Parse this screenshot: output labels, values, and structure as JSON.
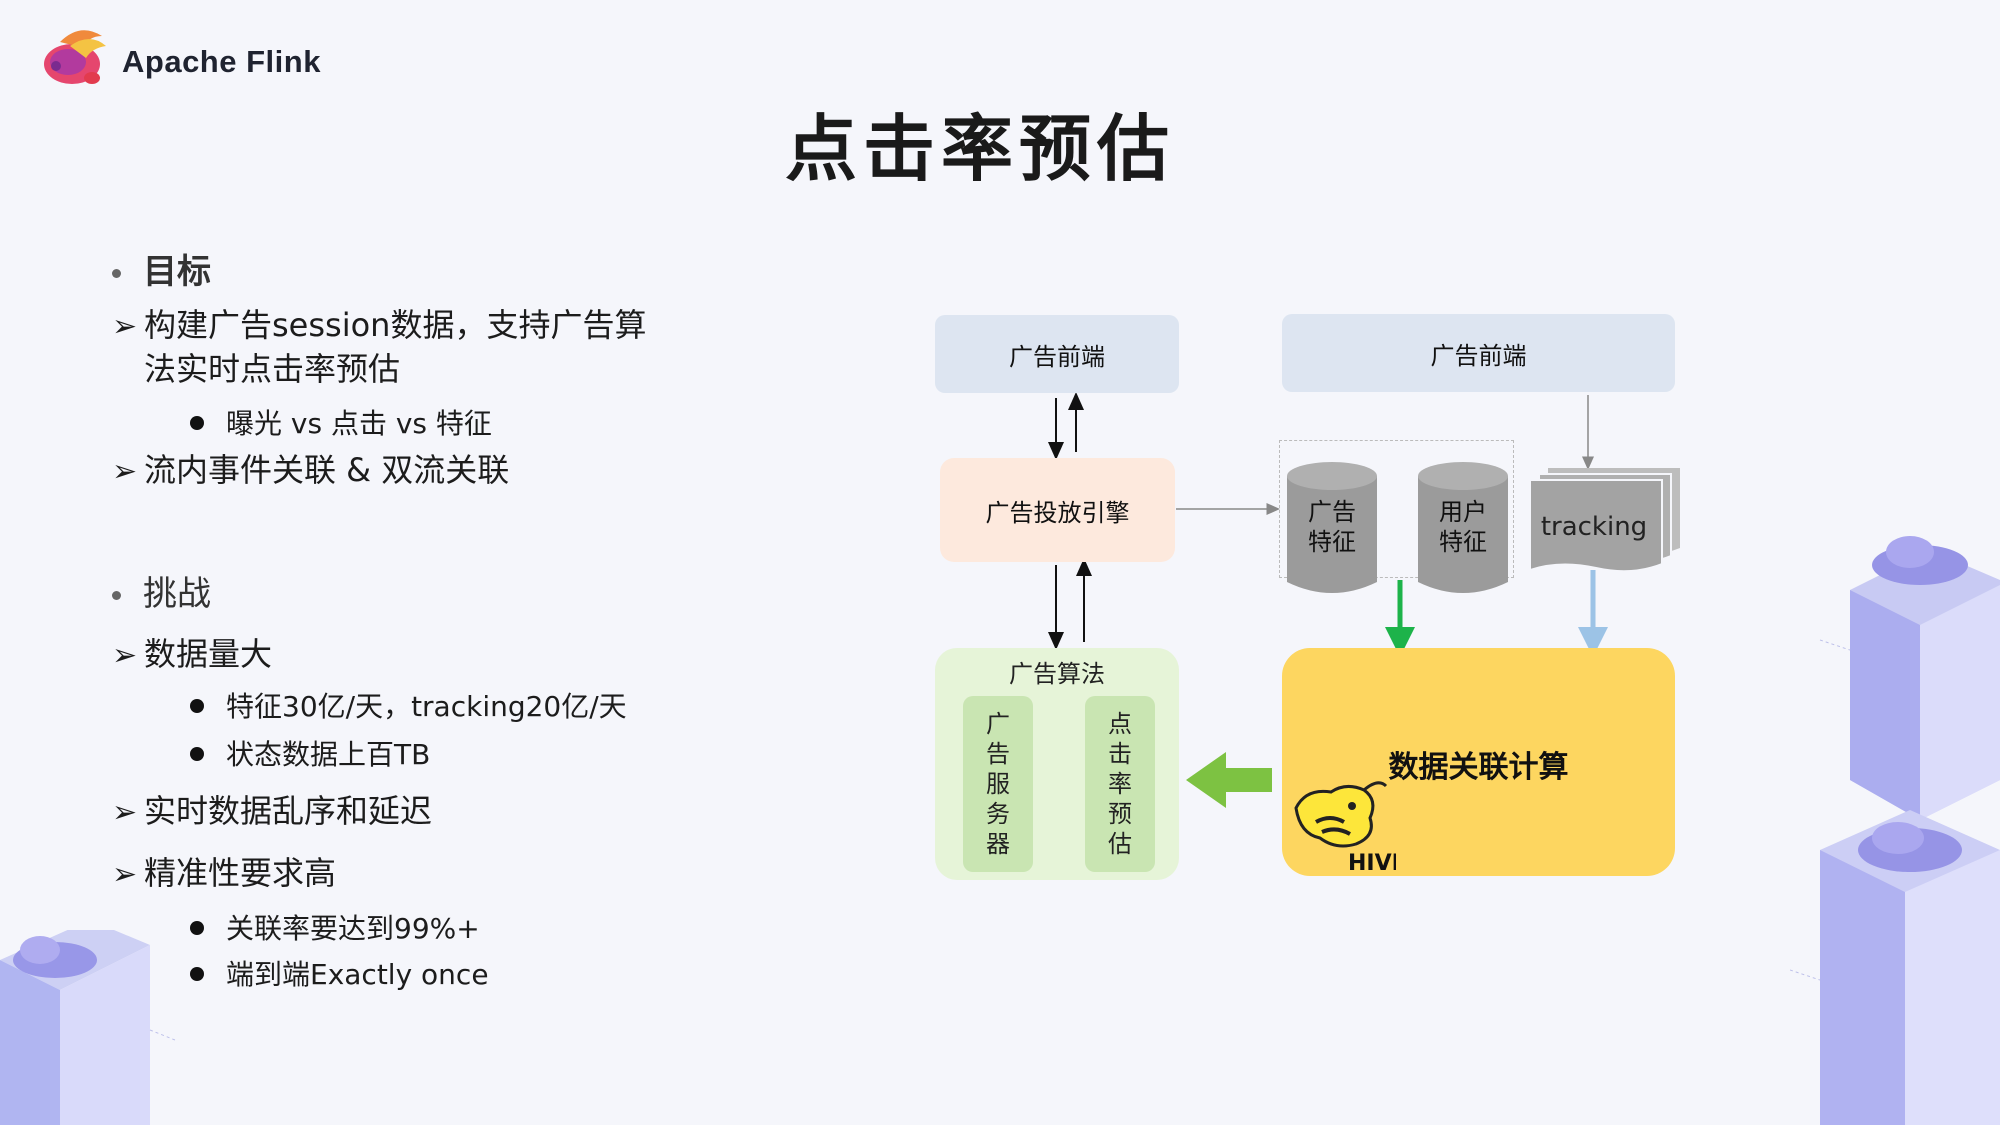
{
  "header": {
    "brand": "Apache Flink",
    "title": "点击率预估"
  },
  "left": {
    "goal_heading": "目标",
    "goal_items": [
      {
        "text_line1": "构建广告session数据，支持广告算",
        "text_line2": "法实时点击率预估"
      },
      {
        "sub": "曝光 vs 点击 vs 特征"
      },
      {
        "text_line1": "流内事件关联 & 双流关联"
      }
    ],
    "challenge_heading": "挑战",
    "challenges": {
      "c1": "数据量大",
      "c1_sub1": "特征30亿/天，tracking20亿/天",
      "c1_sub2": "状态数据上百TB",
      "c2": "实时数据乱序和延迟",
      "c3": "精准性要求高",
      "c3_sub1": "关联率要达到99%+",
      "c3_sub2": "端到端Exactly once"
    }
  },
  "diagram": {
    "frontend_left": "广告前端",
    "frontend_right": "广告前端",
    "engine": "广告投放引擎",
    "algo_title": "广告算法",
    "algo_col1": [
      "广",
      "告",
      "服",
      "务",
      "器"
    ],
    "algo_col2": [
      "点",
      "击",
      "率",
      "预",
      "估"
    ],
    "store1": [
      "广告",
      "特征"
    ],
    "store2": [
      "用户",
      "特征"
    ],
    "tracking": "tracking",
    "compute": "数据关联计算",
    "hive_text": "HIVE",
    "colors": {
      "frontend": "#dde5f1",
      "engine": "#fde9dd",
      "algo": "#e6f4d8",
      "compute": "#fdd660",
      "green_arrow": "#1db34a",
      "blue_arrow": "#9cc3e6",
      "big_arrow": "#7dc242"
    }
  }
}
